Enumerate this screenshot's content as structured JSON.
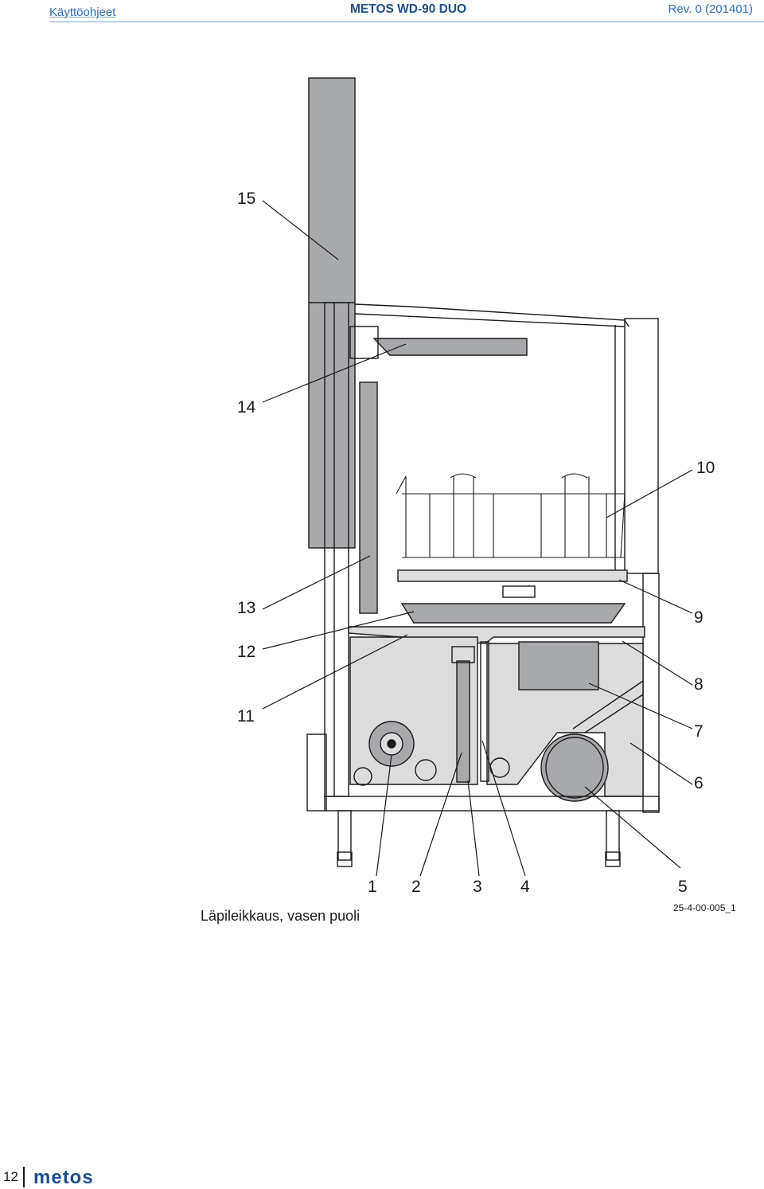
{
  "header": {
    "section": "Käyttöohjeet",
    "product": "METOS WD-90 DUO",
    "revision": "Rev. 0 (201401)"
  },
  "figure": {
    "caption": "Läpileikkaus, vasen puoli",
    "figure_id": "25-4-00-005_1",
    "callouts": [
      "1",
      "2",
      "3",
      "4",
      "5",
      "6",
      "7",
      "8",
      "9",
      "10",
      "11",
      "12",
      "13",
      "14",
      "15"
    ]
  },
  "footer": {
    "page_number": "12",
    "brand": "metos"
  },
  "colors": {
    "header_text": "#2f6fb2",
    "header_title": "#1d4f8c",
    "panel_gray": "#a7a9ac",
    "light_gray": "#dcdcdc",
    "brand_blue": "#1d4f8c"
  }
}
